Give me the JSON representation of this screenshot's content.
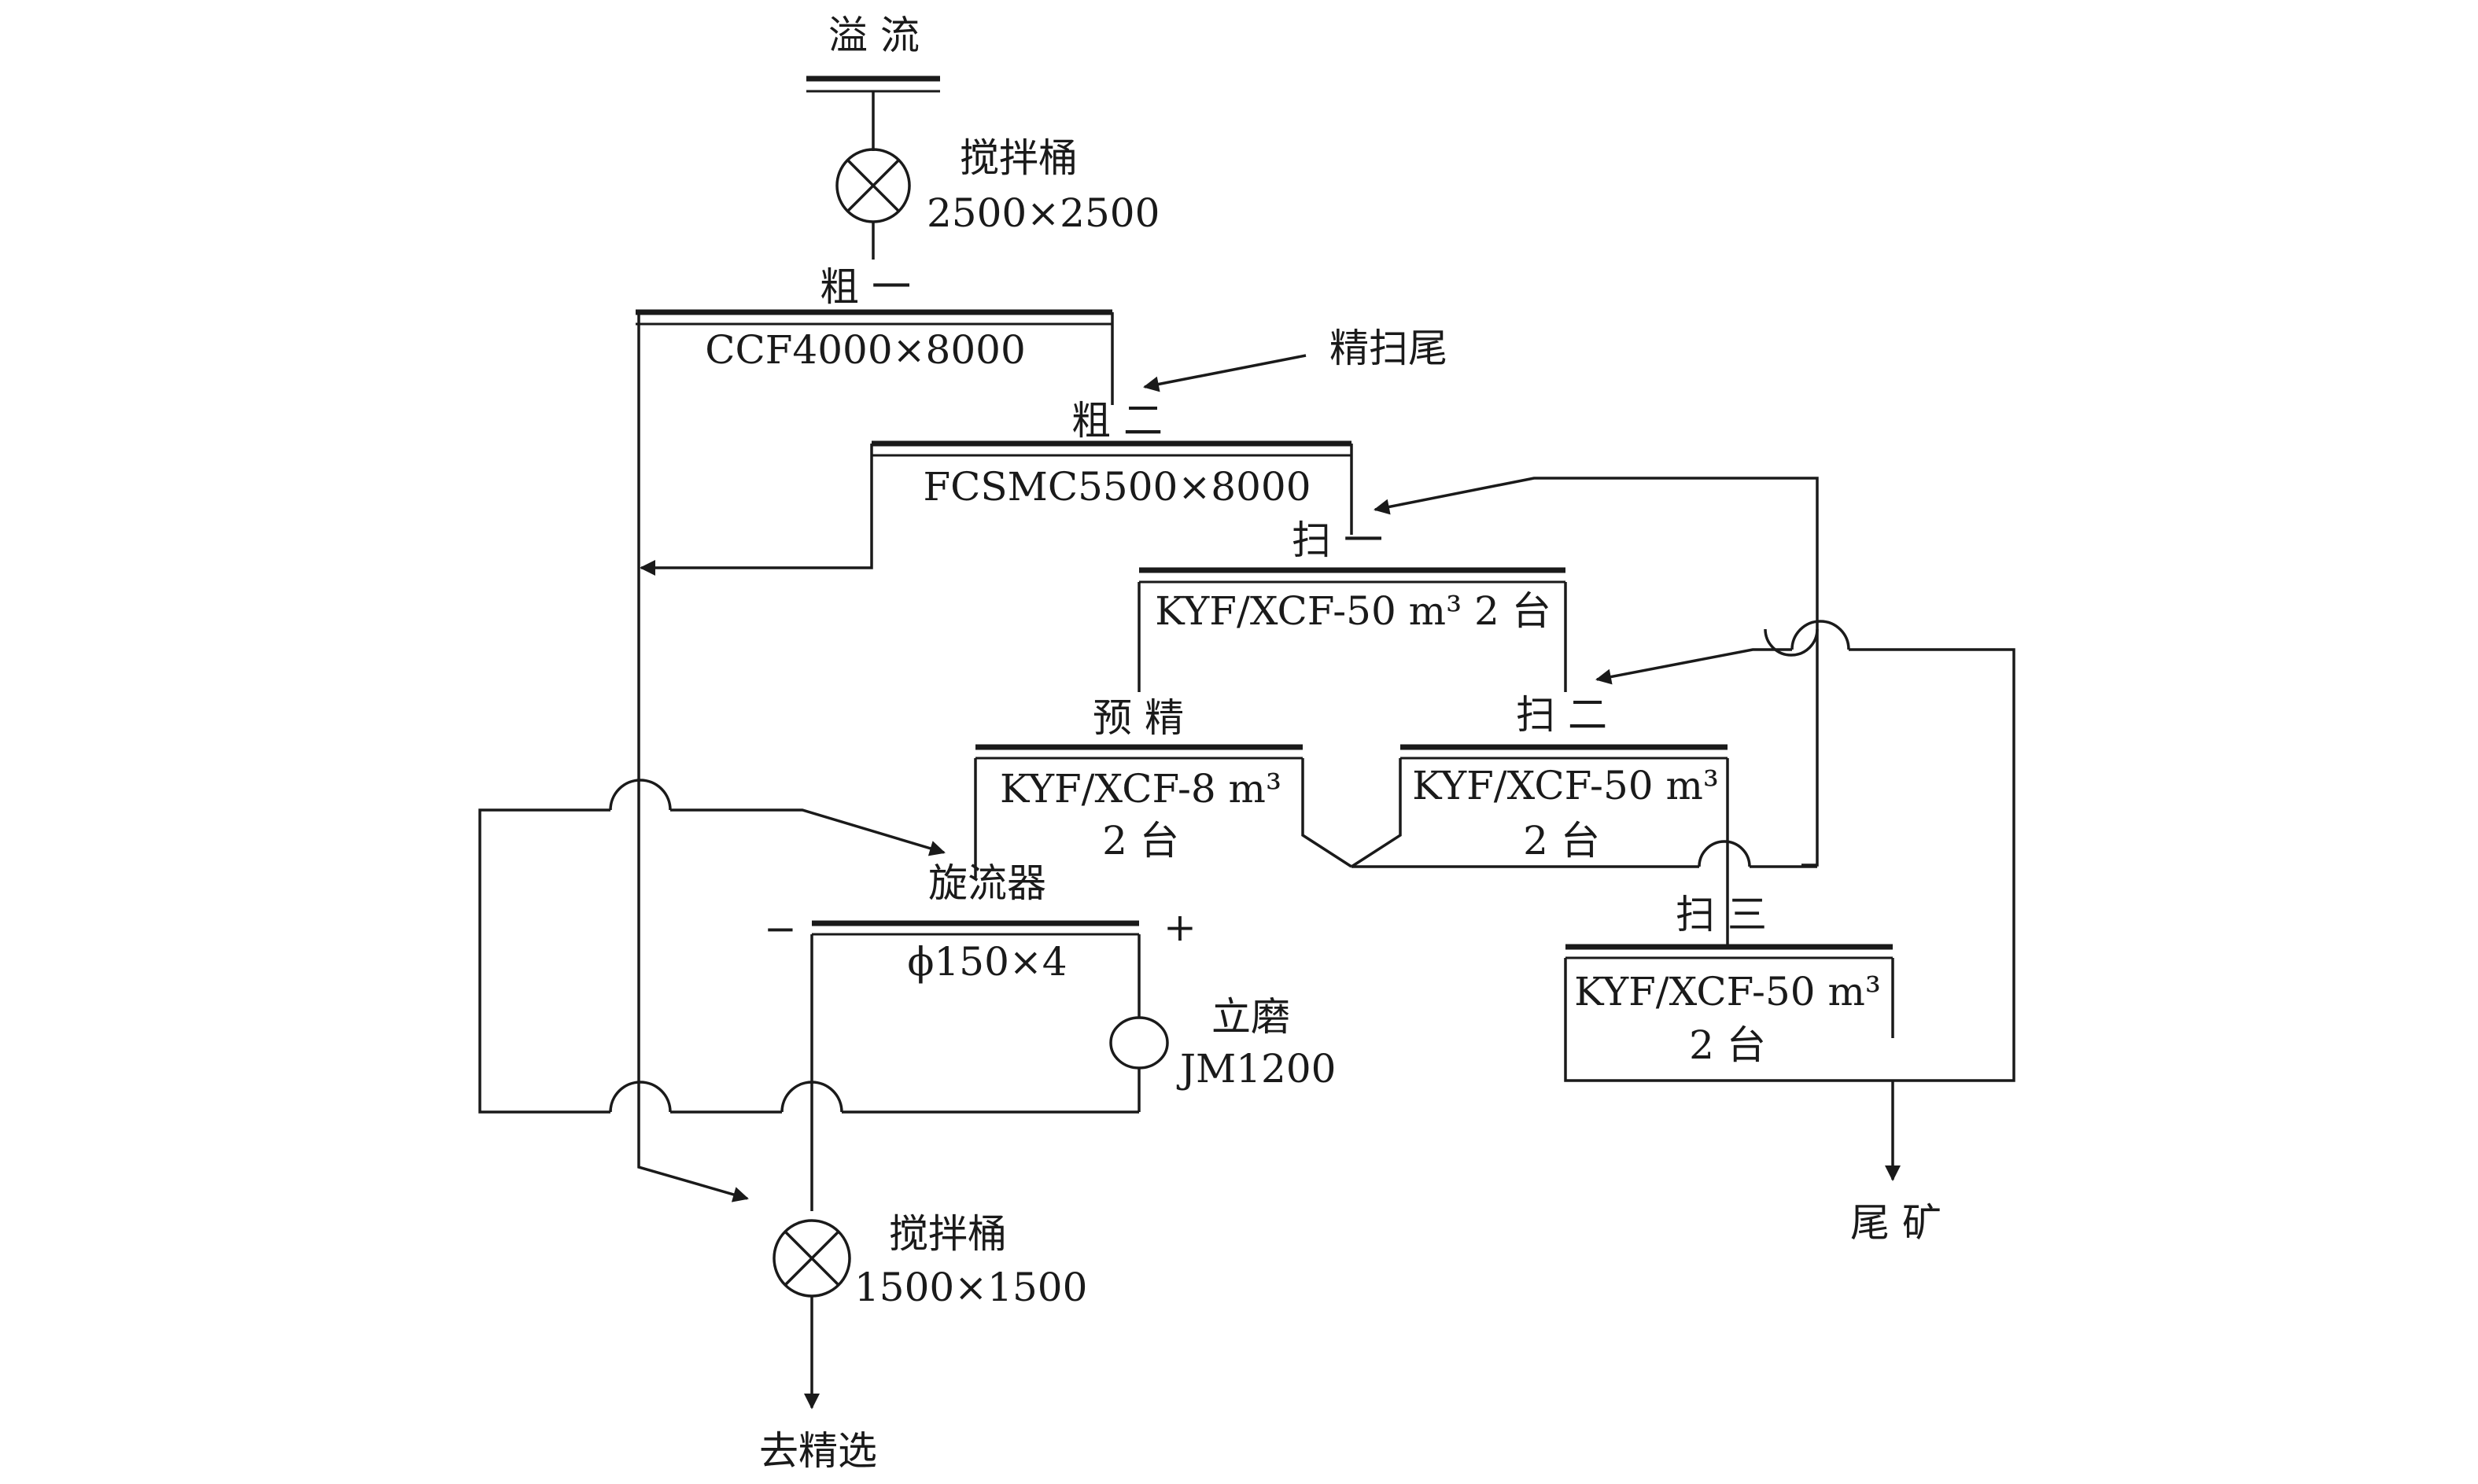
{
  "labels": {
    "overflow": "溢 流",
    "agitator1_name": "搅拌桶",
    "agitator1_size": "2500×2500",
    "rougher1": "粗 一",
    "rougher1_model": "CCF4000×8000",
    "clean_scav_tail": "精扫尾",
    "rougher2": "粗 二",
    "rougher2_model": "FCSMC5500×8000",
    "scav1": "扫 一",
    "scav1_model": "KYF/XCF-50 m³ 2 台",
    "pre_clean": "预 精",
    "pre_clean_model": "KYF/XCF-8 m³",
    "pre_clean_count": "2 台",
    "scav2": "扫 二",
    "scav2_model": "KYF/XCF-50 m³",
    "scav2_count": "2 台",
    "cyclone": "旋流器",
    "cyclone_model": "ϕ150×4",
    "minus": "−",
    "plus": "+",
    "vertical_mill": "立磨",
    "vertical_mill_model": "JM1200",
    "scav3": "扫 三",
    "scav3_model": "KYF/XCF-50 m³",
    "scav3_count": "2 台",
    "tailings": "尾 矿",
    "agitator2_name": "搅拌桶",
    "agitator2_size": "1500×1500",
    "to_cleaning": "去精选"
  },
  "colors": {
    "ink": "#1a1a1a",
    "background": "#ffffff"
  }
}
